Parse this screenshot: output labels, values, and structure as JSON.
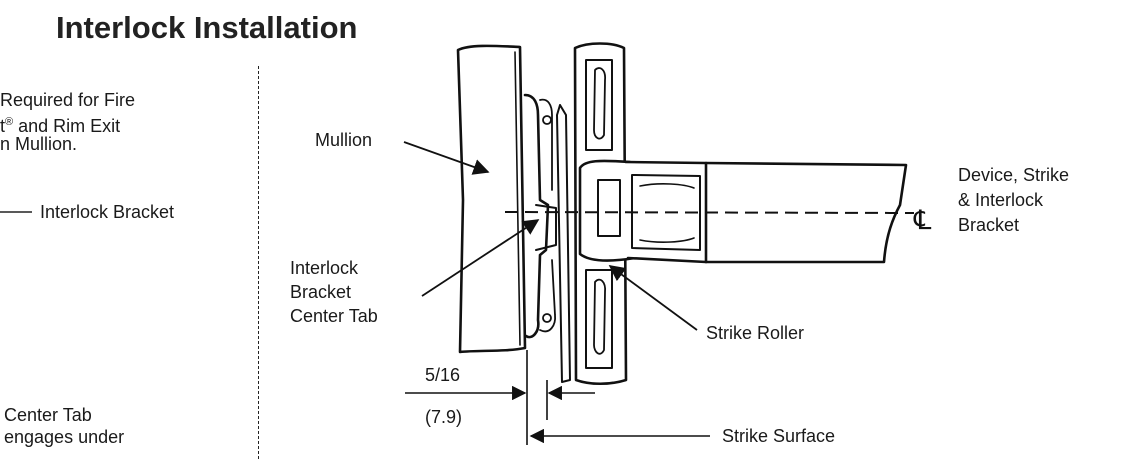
{
  "title": "Interlock Installation",
  "left_panel": {
    "note_line1": "Required for Fire",
    "note_line2_text": "t",
    "note_line2_mark": "®",
    "note_line2_rest": " and Rim Exit",
    "note_line3": "n Mullion.",
    "bracket_label": "Interlock Bracket",
    "center_tab_line1": "Center Tab",
    "center_tab_line2": "engages under"
  },
  "diagram": {
    "labels": {
      "mullion": "Mullion",
      "center_tab_1": "Interlock",
      "center_tab_2": "Bracket",
      "center_tab_3": "Center Tab",
      "strike_roller": "Strike Roller",
      "device_1": "Device, Strike",
      "device_2": "& Interlock",
      "device_3": "Bracket",
      "centerline_symbol": "℄",
      "strike_surface": "Strike Surface"
    },
    "dimension": {
      "fraction": "5/16",
      "metric": "(7.9)"
    }
  }
}
